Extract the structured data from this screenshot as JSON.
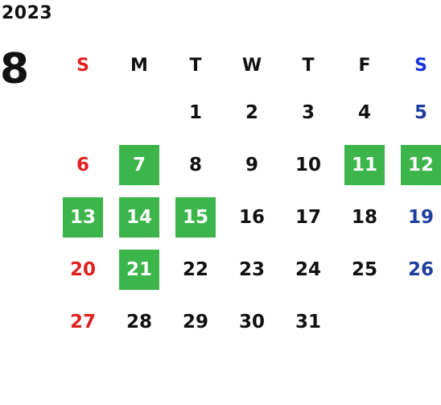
{
  "year": "2023",
  "month": "8",
  "weekdays": [
    "S",
    "M",
    "T",
    "W",
    "T",
    "F",
    "S"
  ],
  "weeks": [
    [
      "",
      "",
      "1",
      "2",
      "3",
      "4",
      "5"
    ],
    [
      "6",
      "7",
      "8",
      "9",
      "10",
      "11",
      "12"
    ],
    [
      "13",
      "14",
      "15",
      "16",
      "17",
      "18",
      "19"
    ],
    [
      "20",
      "21",
      "22",
      "23",
      "24",
      "25",
      "26"
    ],
    [
      "27",
      "28",
      "29",
      "30",
      "31",
      "",
      ""
    ]
  ],
  "highlighted_days": [
    "7",
    "11",
    "12",
    "13",
    "14",
    "15",
    "21"
  ],
  "colors": {
    "sunday": "#e02020",
    "saturday_header": "#1a35d8",
    "saturday": "#1f3f9e",
    "highlight": "#3cb54a",
    "text": "#111111"
  }
}
